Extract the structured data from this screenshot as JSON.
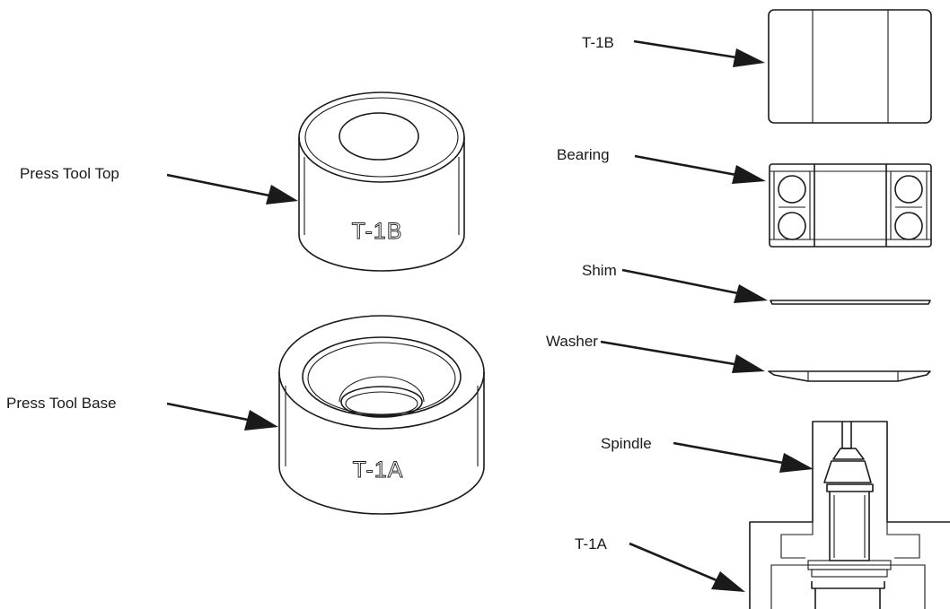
{
  "colors": {
    "line": "#1a1a1a",
    "background": "#ffffff"
  },
  "left_parts": {
    "press_tool_top": {
      "label": "Press Tool Top",
      "marking": "T-1B"
    },
    "press_tool_base": {
      "label": "Press Tool Base",
      "marking": "T-1A"
    }
  },
  "stack_parts": {
    "t1b": {
      "label": "T-1B"
    },
    "bearing": {
      "label": "Bearing"
    },
    "shim": {
      "label": "Shim"
    },
    "washer": {
      "label": "Washer"
    },
    "spindle": {
      "label": "Spindle"
    },
    "t1a": {
      "label": "T-1A"
    }
  }
}
